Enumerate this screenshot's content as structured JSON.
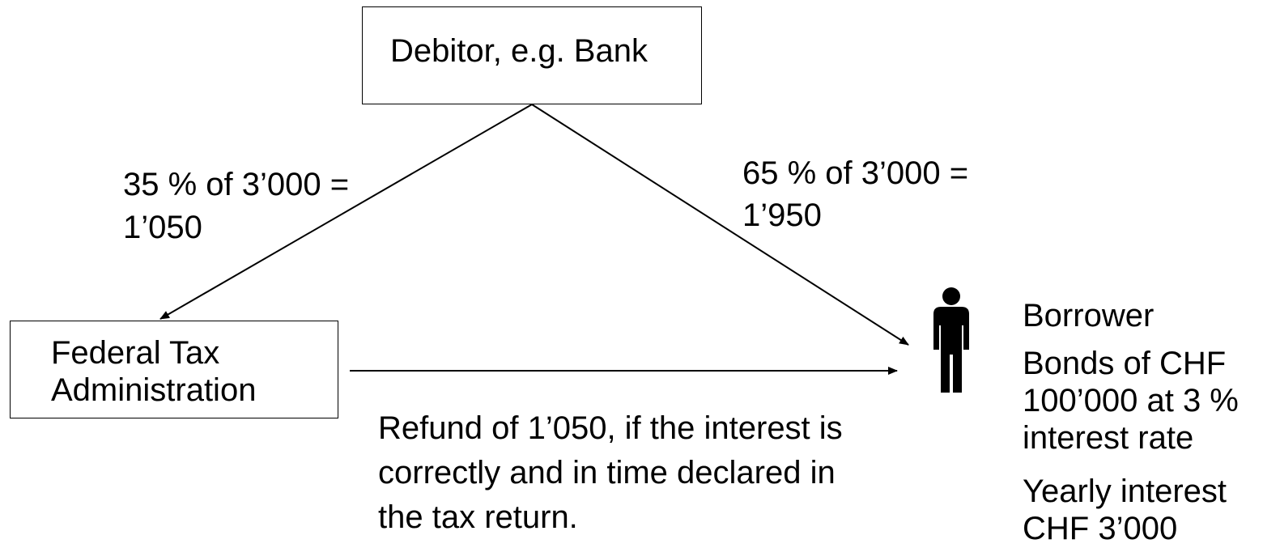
{
  "boxes": {
    "debitor": "Debitor, e.g. Bank",
    "fta_line1": "Federal Tax",
    "fta_line2": "Administration"
  },
  "flows": {
    "to_fta_line1": "35 % of 3’000 =",
    "to_fta_line2": "1’050",
    "to_borrower_line1": "65 % of 3’000 =",
    "to_borrower_line2": "1’950",
    "refund_lines": [
      "Refund of 1’050, if the interest is",
      "correctly and in time declared in",
      "the tax return."
    ]
  },
  "borrower": {
    "icon": "person-icon",
    "name": "Borrower",
    "bonds_lines": [
      "Bonds of CHF",
      "100’000 at 3 %",
      "interest rate"
    ],
    "interest_lines": [
      "Yearly interest",
      "CHF 3’000"
    ]
  },
  "colors": {
    "line": "#000000",
    "background": "#ffffff"
  }
}
